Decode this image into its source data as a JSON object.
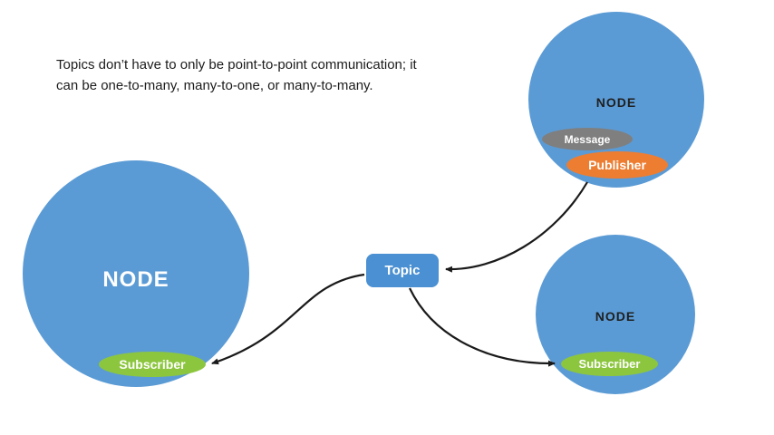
{
  "caption": {
    "line1": "Topics don’t have to only be point-to-point communication; it",
    "line2": "can be one-to-many, many-to-one, or many-to-many."
  },
  "topic": {
    "label": "Topic"
  },
  "nodes": {
    "left": {
      "label": "NODE",
      "subscriber_label": "Subscriber"
    },
    "top_right": {
      "label": "NODE",
      "message_label": "Message",
      "publisher_label": "Publisher"
    },
    "bottom_right": {
      "label": "NODE",
      "subscriber_label": "Subscriber"
    }
  },
  "colors": {
    "node_blue": "#5b9bd5",
    "topic_blue": "#4a90d2",
    "subscriber_green": "#8cc63e",
    "publisher_orange": "#ed7d31",
    "message_gray": "#7f7f7f",
    "arrow": "#1a1a1a"
  }
}
